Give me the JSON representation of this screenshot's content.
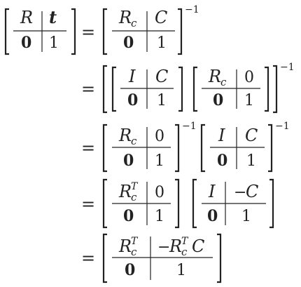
{
  "equation": {
    "relation": "=",
    "inverse_exponent": "−1",
    "transpose_mark": "T",
    "lhs": {
      "r_symbol": "R",
      "t_symbol": "t",
      "zero": "0",
      "one": "1"
    },
    "line1": {
      "r_symbol": "R",
      "r_sub": "c",
      "c_symbol": "C",
      "zero": "0",
      "one": "1"
    },
    "line2": {
      "left": {
        "i_symbol": "I",
        "c_symbol": "C",
        "zero": "0",
        "one": "1"
      },
      "right": {
        "r_symbol": "R",
        "r_sub": "c",
        "top_right": "0",
        "zero": "0",
        "one": "1"
      }
    },
    "line3": {
      "left": {
        "r_symbol": "R",
        "r_sub": "c",
        "top_right": "0",
        "zero": "0",
        "one": "1"
      },
      "right": {
        "i_symbol": "I",
        "c_symbol": "C",
        "zero": "0",
        "one": "1"
      }
    },
    "line4": {
      "left": {
        "r_symbol": "R",
        "r_sub": "c",
        "top_right": "0",
        "zero": "0",
        "one": "1"
      },
      "right": {
        "i_symbol": "I",
        "minus": "−",
        "c_symbol": "C",
        "zero": "0",
        "one": "1"
      }
    },
    "line5": {
      "r_symbol": "R",
      "r_sub": "c",
      "minus": "−",
      "r2_symbol": "R",
      "r2_sub": "c",
      "c_symbol": "C",
      "zero": "0",
      "one": "1"
    }
  }
}
